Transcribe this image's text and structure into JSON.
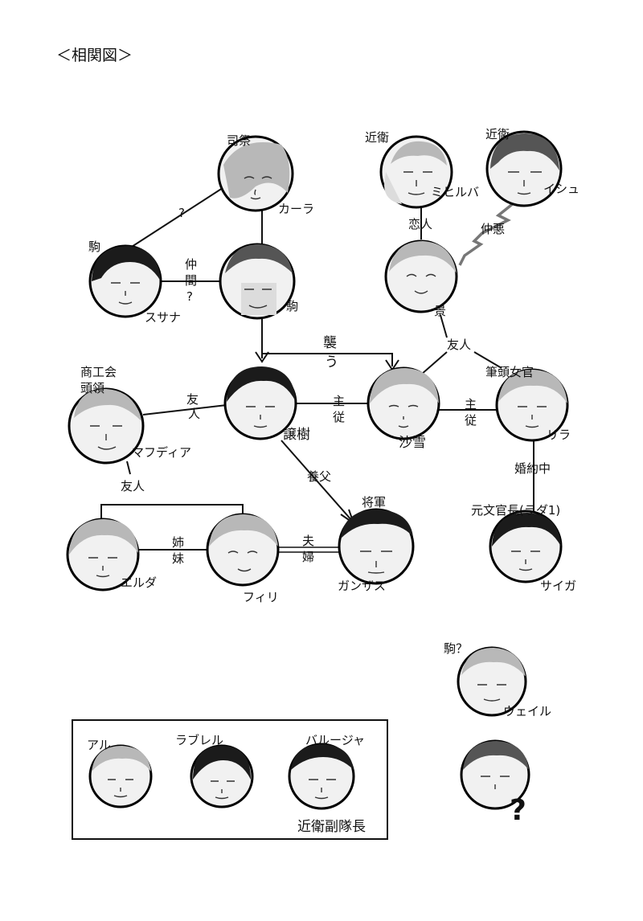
{
  "title": "＜相関図＞",
  "characters": [
    {
      "id": "karla",
      "role": "司祭",
      "name": "カーラ"
    },
    {
      "id": "mihirba",
      "role": "近衛",
      "name": "ミヒルバ"
    },
    {
      "id": "ishu",
      "role": "近衛",
      "name": "イシュ"
    },
    {
      "id": "susana",
      "role": "駒",
      "name": "スサナ"
    },
    {
      "id": "koma",
      "role": "",
      "name": "駒"
    },
    {
      "id": "kei",
      "role": "",
      "name": "景"
    },
    {
      "id": "mafdia",
      "role": "商工会\n頭領",
      "name": "マフディア"
    },
    {
      "id": "joju",
      "role": "",
      "name": "譲樹"
    },
    {
      "id": "sayuki",
      "role": "",
      "name": "沙雪"
    },
    {
      "id": "lila",
      "role": "筆頭女官",
      "name": "リラ"
    },
    {
      "id": "elda",
      "role": "",
      "name": "エルダ"
    },
    {
      "id": "firi",
      "role": "",
      "name": "フィリ"
    },
    {
      "id": "ganzas",
      "role": "将軍",
      "name": "ガンザス"
    },
    {
      "id": "saiga",
      "role": "元文官長(ラダ1)",
      "name": "サイガ"
    },
    {
      "id": "weil",
      "role": "駒？",
      "name": "ウェイル"
    },
    {
      "id": "unknown",
      "role": "",
      "name": "?"
    },
    {
      "id": "al",
      "role": "",
      "name": "アル"
    },
    {
      "id": "labrel",
      "role": "",
      "name": "ラブレル"
    },
    {
      "id": "barruja",
      "role": "近衛副隊長",
      "name": "バルージャ"
    }
  ],
  "relations": {
    "q_karla_susana": "?",
    "nakama": "仲\n間\n?",
    "koibito": "恋人",
    "nakawarui": "仲悪",
    "osou": "襲\nう",
    "yujin_kei_sayuki": "友人",
    "yujin_mafdia_joju": "友\n人",
    "shuju_joju_sayuki": "主\n従",
    "shuju_sayuki_lila": "主\n従",
    "yofu": "養父",
    "yujin_mafdia_sisters": "友人",
    "shimai": "姉\n妹",
    "fufu": "夫\n婦",
    "konyakuchu": "婚約中"
  }
}
